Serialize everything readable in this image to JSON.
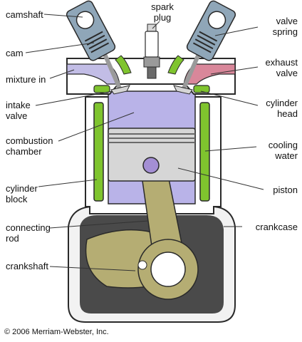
{
  "labels": {
    "camshaft": "camshaft",
    "spark_plug": "spark\nplug",
    "valve_spring": "valve\nspring",
    "cam": "cam",
    "exhaust_valve": "exhaust\nvalve",
    "mixture_in": "mixture in",
    "intake_valve": "intake\nvalve",
    "cylinder_head": "cylinder\nhead",
    "combustion_chamber": "combustion\nchamber",
    "cooling_water": "cooling\nwater",
    "cylinder_block": "cylinder\nblock",
    "piston": "piston",
    "connecting_rod": "connecting\nrod",
    "crankcase": "crankcase",
    "crankshaft": "crankshaft"
  },
  "copyright": "© 2006 Merriam-Webster, Inc.",
  "colors": {
    "outline": "#2a2a2a",
    "cylinder_wall": "#ffffff",
    "cooling_water": "#7fc42e",
    "combustion_gas": "#b9b3e8",
    "exhaust_gas": "#d9879a",
    "mixture": "#c2bde6",
    "crankcase_interior": "#4a4a4a",
    "metal_light": "#d6d6d6",
    "metal_dark": "#9a9a9a",
    "crankshaft": "#b5ad73",
    "cam_housing": "#8fa6b8",
    "pin": "#a48fd4"
  }
}
